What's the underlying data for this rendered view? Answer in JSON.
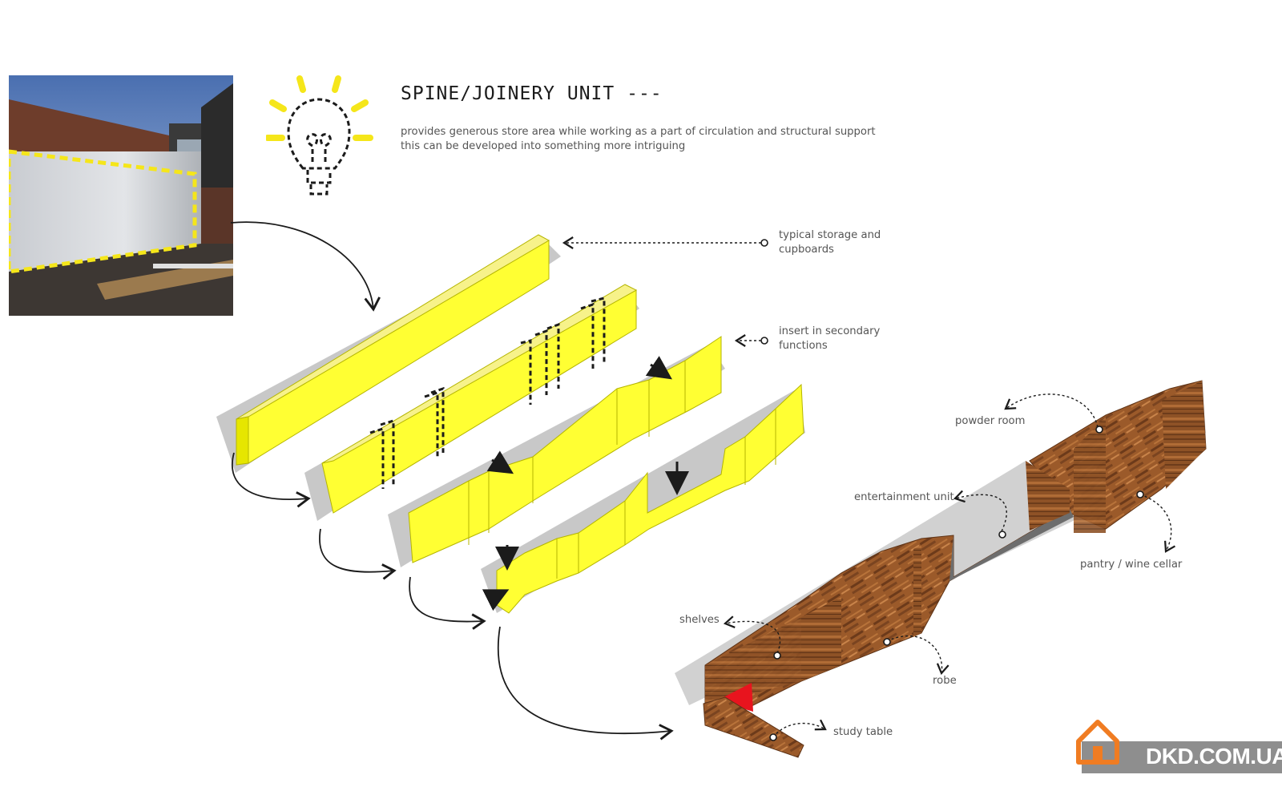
{
  "header": {
    "title": "SPINE/JOINERY UNIT   ---",
    "description_line1": "provides generous store area while working as a part of circulation and structural support",
    "description_line2": "this can be developed into something more intriguing"
  },
  "labels": {
    "storage_line1": "typical storage and",
    "storage_line2": "cupboards",
    "insert_line1": "insert in secondary",
    "insert_line2": "functions",
    "powder_room": "powder room",
    "entertainment_unit": "entertainment unit",
    "pantry": "pantry / wine cellar",
    "shelves": "shelves",
    "robe": "robe",
    "study_table": "study table"
  },
  "watermark": {
    "text": "DKD.COM.UA"
  },
  "colors": {
    "highlight_yellow": "#ffff33",
    "dash_yellow": "#f5e61a",
    "timber_brown": "#9b5a2a",
    "accent_red": "#e8141e",
    "watermark_orange": "#f07c22",
    "watermark_grey": "#8e8e8e"
  },
  "icons": [
    "lightbulb-icon",
    "home-logo-icon"
  ]
}
